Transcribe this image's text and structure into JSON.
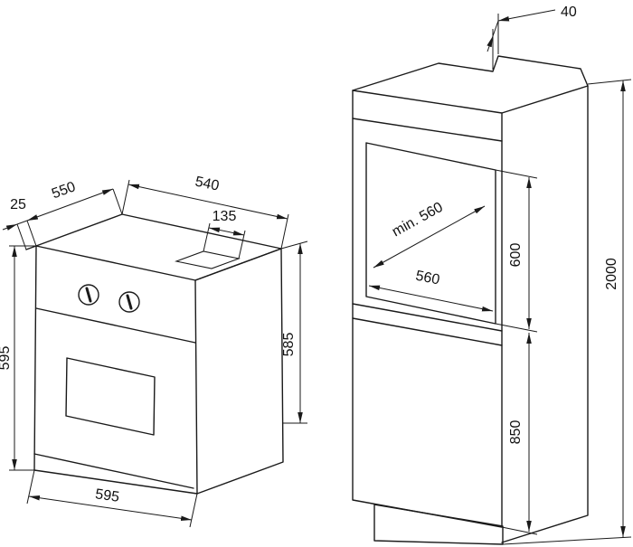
{
  "meta": {
    "background": "#ffffff",
    "line_color": "#1a1a1a",
    "description": "Built-in oven and tall housing cabinet installation dimension drawing"
  },
  "drawing": {
    "oven": {
      "labels": {
        "fascia_offset": "25",
        "depth": "550",
        "body_width": "540",
        "vent": "135",
        "height_left": "595",
        "body_height": "585",
        "width_bottom": "595"
      }
    },
    "cabinet": {
      "labels": {
        "rear_gap": "40",
        "niche_depth": "min. 560",
        "niche_height": "600",
        "niche_width": "560",
        "total_height": "2000",
        "lower_height": "850"
      }
    }
  }
}
